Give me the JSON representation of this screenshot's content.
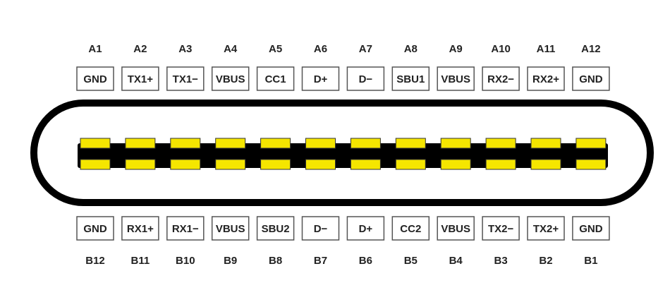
{
  "colors": {
    "pad": "#f5e600",
    "body": "#000000",
    "box_border": "#555555"
  },
  "row_a": {
    "pins": [
      "A1",
      "A2",
      "A3",
      "A4",
      "A5",
      "A6",
      "A7",
      "A8",
      "A9",
      "A10",
      "A11",
      "A12"
    ],
    "signals": [
      "GND",
      "TX1+",
      "TX1−",
      "VBUS",
      "CC1",
      "D+",
      "D−",
      "SBU1",
      "VBUS",
      "RX2−",
      "RX2+",
      "GND"
    ]
  },
  "row_b": {
    "pins": [
      "B12",
      "B11",
      "B10",
      "B9",
      "B8",
      "B7",
      "B6",
      "B5",
      "B4",
      "B3",
      "B2",
      "B1"
    ],
    "signals": [
      "GND",
      "RX1+",
      "RX1−",
      "VBUS",
      "SBU2",
      "D−",
      "D+",
      "CC2",
      "VBUS",
      "TX2−",
      "TX2+",
      "GND"
    ]
  }
}
